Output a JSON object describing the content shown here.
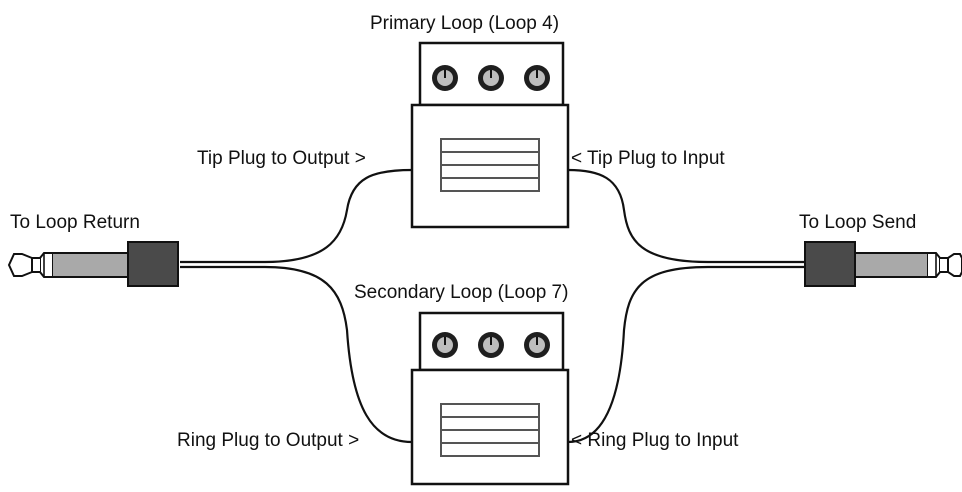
{
  "labels": {
    "primary_loop": "Primary Loop (Loop 4)",
    "secondary_loop": "Secondary Loop (Loop 7)",
    "tip_to_output": "Tip Plug to Output >",
    "tip_to_input": "< Tip Plug to Input",
    "ring_to_output": "Ring Plug to Output >",
    "ring_to_input": "< Ring Plug to Input",
    "loop_return": "To Loop Return",
    "loop_send": "To Loop Send"
  },
  "colors": {
    "outline": "#111111",
    "pedal_fill": "#ffffff",
    "knob_ring": "#222222",
    "knob_face": "#bdbdbd",
    "plug_body": "#4a4a4a",
    "plug_shaft": "#a9a9a9"
  },
  "icons": {
    "pedal": "effects-pedal-icon",
    "knob": "knob-icon",
    "plug": "quarter-inch-trs-plug-icon"
  }
}
